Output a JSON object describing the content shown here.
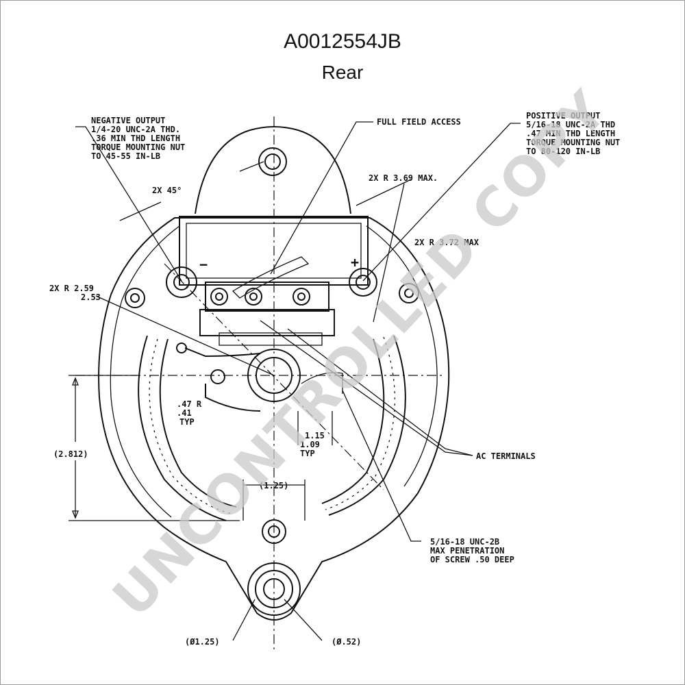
{
  "header": {
    "part_number": "A0012554JB",
    "view": "Rear"
  },
  "callouts": {
    "negative_output": [
      "NEGATIVE OUTPUT",
      "1/4-20 UNC-2A THD.",
      ".36 MIN THD LENGTH",
      "TORQUE MOUNTING NUT",
      "TO 45-55 IN-LB"
    ],
    "full_field_access": "FULL FIELD ACCESS",
    "positive_output": [
      "POSITIVE OUTPUT",
      "5/16-18 UNC-2A THD",
      ".47 MIN THD LENGTH",
      "TORQUE MOUNTING NUT",
      "TO 80-120 IN-LB"
    ],
    "angle": "2X 45°",
    "radius_max_1": "2X R 3.69 MAX.",
    "radius_max_2": "2X R 3.72 MAX",
    "radius_range": [
      "2X R 2.59",
      "2.53"
    ],
    "mount_radius": [
      ".47 R",
      ".41",
      "TYP"
    ],
    "height_dim": "(2.812)",
    "width_dim": [
      "1.15",
      "1.09",
      "TYP"
    ],
    "offset_dim": "(1.25)",
    "ac_terminals": "AC TERMINALS",
    "screw_spec": [
      "5/16-18 UNC-2B",
      "MAX PENETRATION",
      "OF SCREW .50 DEEP"
    ],
    "hole_dia_outer": "(Ø1.25)",
    "hole_dia_inner": "(Ø.52)",
    "negative_sign": "−",
    "positive_sign": "+"
  },
  "watermark": "UNCONTROLLED COPY"
}
